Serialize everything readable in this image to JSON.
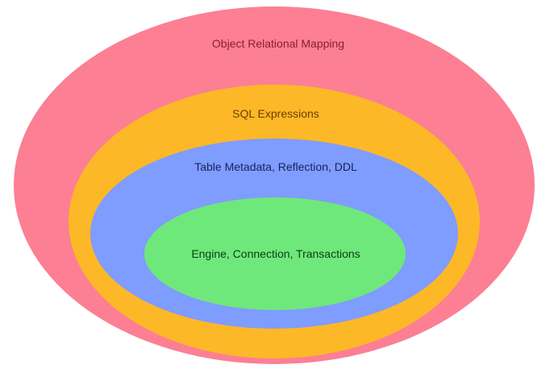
{
  "diagram": {
    "layers": [
      {
        "id": "orm",
        "label": "Object Relational Mapping",
        "color": "#fc7f94",
        "label_color": "#8a1f2e"
      },
      {
        "id": "sql",
        "label": "SQL Expressions",
        "color": "#fdb827",
        "label_color": "#6a3d00"
      },
      {
        "id": "meta",
        "label": "Table Metadata, Reflection, DDL",
        "color": "#7f9cff",
        "label_color": "#14245c"
      },
      {
        "id": "engine",
        "label": "Engine, Connection, Transactions",
        "color": "#6ee87a",
        "label_color": "#0c3d14"
      }
    ]
  }
}
